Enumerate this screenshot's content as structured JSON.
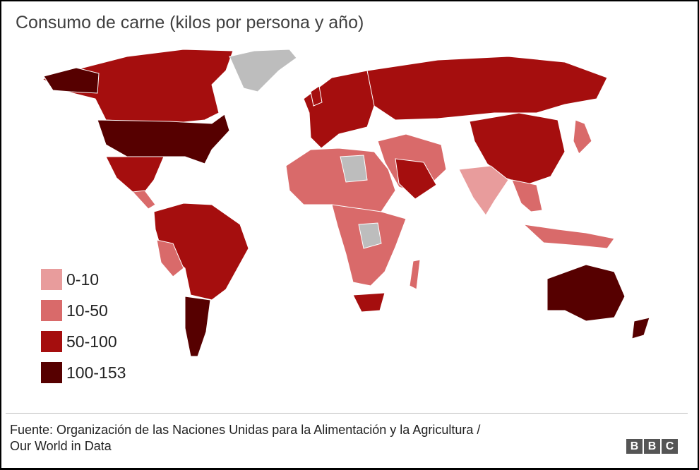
{
  "title": "Consumo de carne (kilos por persona y año)",
  "legend": [
    {
      "label": "0-10",
      "color": "#e89c9c"
    },
    {
      "label": "10-50",
      "color": "#d96a6a"
    },
    {
      "label": "50-100",
      "color": "#a50e0e"
    },
    {
      "label": "100-153",
      "color": "#560000"
    }
  ],
  "no_data_color": "#bdbdbd",
  "source": {
    "line1": "Fuente: Organización de las Naciones Unidas para la Alimentación y la Agricultura /",
    "line2": "Our World in Data"
  },
  "logo": {
    "letters": [
      "B",
      "B",
      "C"
    ]
  }
}
